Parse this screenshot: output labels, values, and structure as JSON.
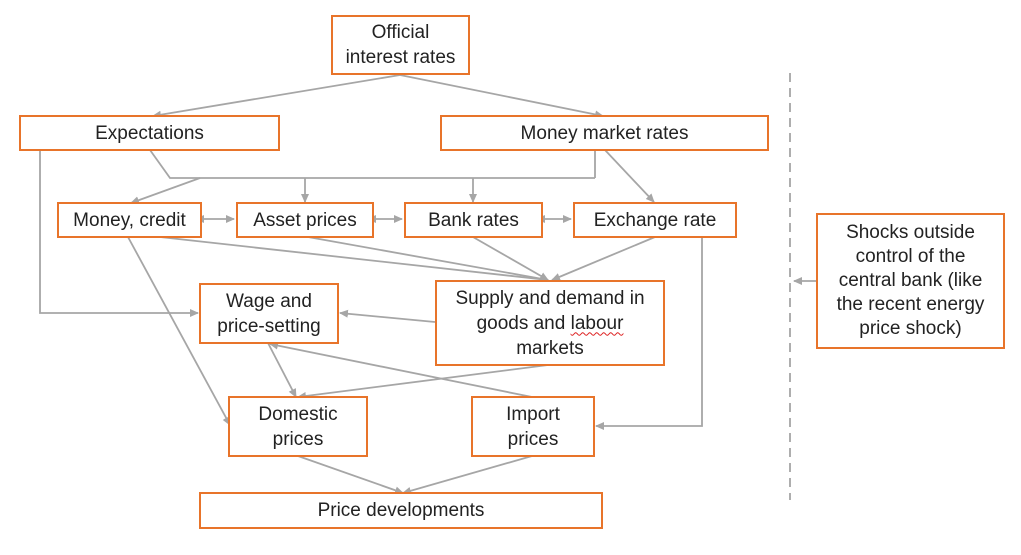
{
  "colors": {
    "box_border": "#e8742a",
    "arrow": "#a6a6a6",
    "divider": "#a6a6a6"
  },
  "nodes": {
    "official_rates": {
      "line1": "Official",
      "line2": "interest rates"
    },
    "expectations": {
      "label": "Expectations"
    },
    "money_market": {
      "label": "Money market rates"
    },
    "money_credit": {
      "label": "Money, credit"
    },
    "asset_prices": {
      "label": "Asset prices"
    },
    "bank_rates": {
      "label": "Bank rates"
    },
    "exchange_rate": {
      "label": "Exchange rate"
    },
    "supply_demand": {
      "line1": "Supply and demand in",
      "line2_pre": "goods and ",
      "line2_word": "labour",
      "line3": "markets"
    },
    "wage_price": {
      "line1": "Wage and",
      "line2": "price-setting"
    },
    "domestic": {
      "line1": "Domestic",
      "line2": "prices"
    },
    "import": {
      "line1": "Import",
      "line2": "prices"
    },
    "price_dev": {
      "label": "Price developments"
    },
    "shocks": {
      "line1": "Shocks outside",
      "line2": "control of the",
      "line3": "central bank (like",
      "line4": "the recent energy",
      "line5": "price shock)"
    }
  }
}
